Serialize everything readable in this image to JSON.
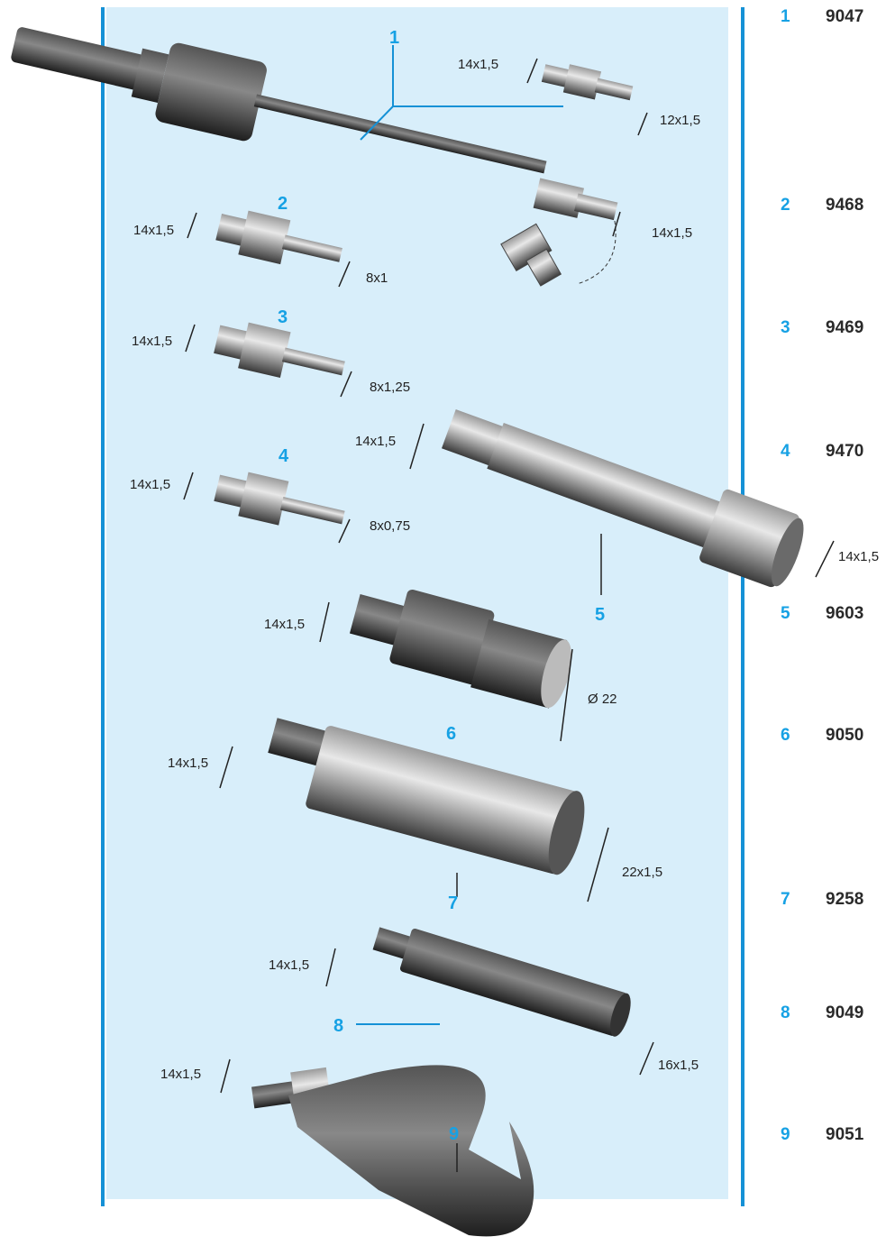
{
  "parts": [
    {
      "index": "1",
      "code": "9047"
    },
    {
      "index": "2",
      "code": "9468"
    },
    {
      "index": "3",
      "code": "9469"
    },
    {
      "index": "4",
      "code": "9470"
    },
    {
      "index": "5",
      "code": "9603"
    },
    {
      "index": "6",
      "code": "9050"
    },
    {
      "index": "7",
      "code": "9258"
    },
    {
      "index": "8",
      "code": "9049"
    },
    {
      "index": "9",
      "code": "9051"
    }
  ],
  "callouts": {
    "n1": "1",
    "n2": "2",
    "n3": "3",
    "n4": "4",
    "n5": "5",
    "n6": "6",
    "n7": "7",
    "n8": "8",
    "n9": "9"
  },
  "dims": {
    "p1_a": "14x1,5",
    "p1_b": "12x1,5",
    "p1_c": "14x1,5",
    "p2_a": "14x1,5",
    "p2_b": "8x1",
    "p3_a": "14x1,5",
    "p3_b": "8x1,25",
    "p4_a": "14x1,5",
    "p4_b": "8x0,75",
    "p5_a": "14x1,5",
    "p5_b": "14x1,5",
    "p6_a": "14x1,5",
    "p6_b": "Ø 22",
    "p7_a": "14x1,5",
    "p7_b": "22x1,5",
    "p8_a": "14x1,5",
    "p8_b": "16x1,5",
    "p9_a": "14x1,5"
  },
  "colors": {
    "accent": "#16a1e4",
    "panel": "#d8eefa",
    "line": "#1591d6"
  }
}
